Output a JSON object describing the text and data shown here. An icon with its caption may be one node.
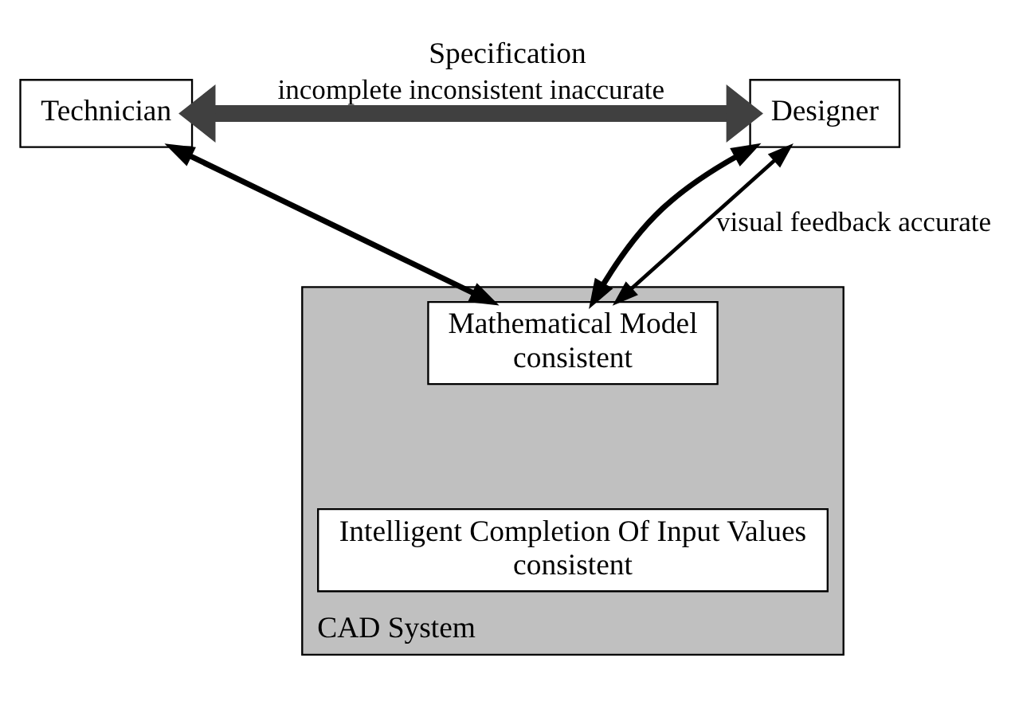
{
  "diagram": {
    "title": "Specification",
    "nodes": [
      {
        "text": [
          "Technician"
        ]
      },
      {
        "text": [
          "Designer"
        ]
      },
      {
        "text": [
          "CAD System"
        ]
      },
      {
        "text": [
          "Mathematical Model",
          "consistent"
        ],
        "in": 2
      },
      {
        "text": [
          "Intelligent Completion Of Input Values",
          "consistent"
        ],
        "in": 2
      }
    ],
    "edges": [
      {
        "from": 0,
        "to": 1,
        "arrow": "both",
        "label": "incomplete inconsistent inaccurate",
        "style": "thick",
        "color": "#404040"
      },
      {
        "from": 0,
        "to": 3,
        "arrow": "both"
      },
      {
        "from": 1,
        "to": 3,
        "arrow": "both"
      },
      {
        "from": 1,
        "to": 3,
        "arrow": "both",
        "label": "visual feedback accurate"
      }
    ]
  }
}
